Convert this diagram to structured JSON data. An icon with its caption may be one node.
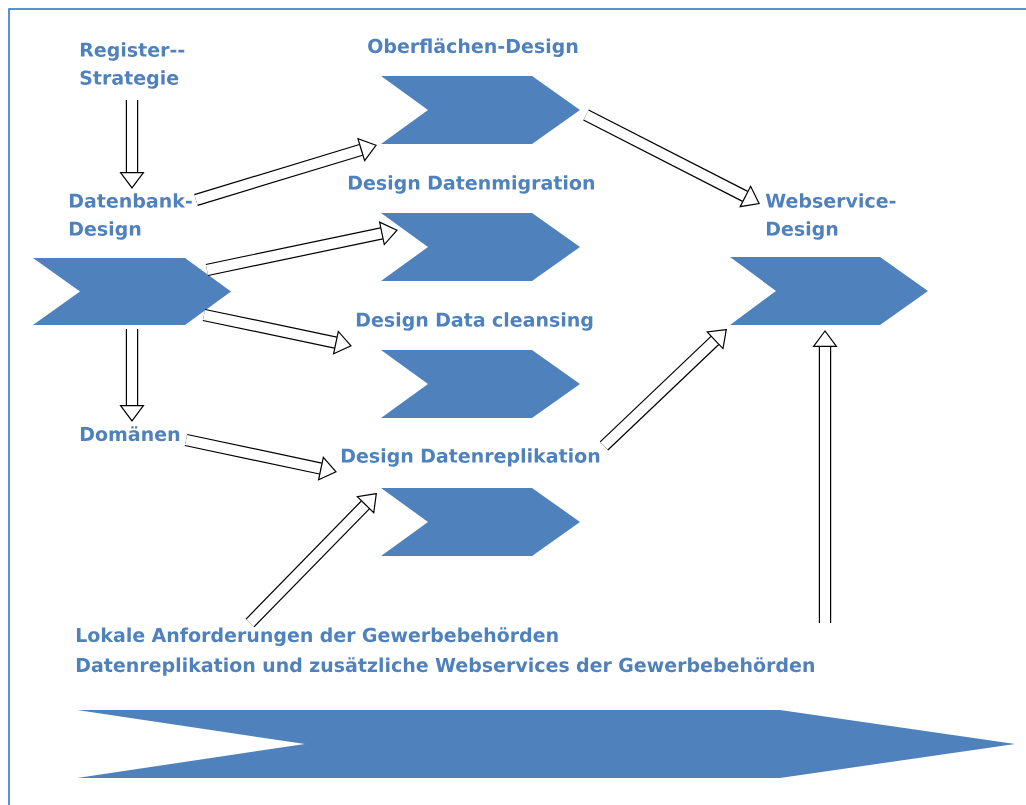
{
  "diagram": {
    "nodes": [
      {
        "text": [
          "Register-- Strategie"
        ]
      },
      {
        "text": [
          "Datenbank- Design"
        ]
      },
      {
        "text": [
          "Domänen"
        ]
      },
      {
        "text": [
          "Oberflächen-Design"
        ]
      },
      {
        "text": [
          "Design Datenmigration"
        ]
      },
      {
        "text": [
          "Design Data cleansing"
        ]
      },
      {
        "text": [
          "Design Datenreplikation"
        ]
      },
      {
        "text": [
          "Webservice- Design"
        ]
      },
      {
        "text": [
          "Lokale Anforderungen der Gewerbebehörden",
          "Datenreplikation und zusätzliche Webservices der Gewerbebehörden"
        ]
      }
    ],
    "edges": [
      {
        "from": 0,
        "to": 1,
        "arrow": "to"
      },
      {
        "from": 1,
        "to": 2,
        "arrow": "to"
      },
      {
        "from": 1,
        "to": 3,
        "arrow": "to"
      },
      {
        "from": 1,
        "to": 4,
        "arrow": "to"
      },
      {
        "from": 1,
        "to": 5,
        "arrow": "to"
      },
      {
        "from": 2,
        "to": 6,
        "arrow": "to"
      },
      {
        "from": 8,
        "to": 6,
        "arrow": "to"
      },
      {
        "from": 3,
        "to": 7,
        "arrow": "to"
      },
      {
        "from": 6,
        "to": 7,
        "arrow": "to"
      },
      {
        "from": 8,
        "to": 7,
        "arrow": "to"
      }
    ]
  }
}
